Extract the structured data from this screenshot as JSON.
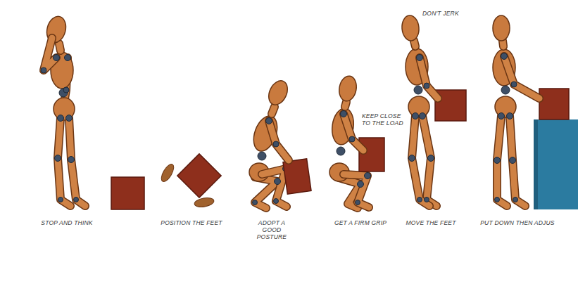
{
  "diagram": {
    "labels": [
      "STOP AND THINK",
      "POSITION THE FEET",
      "ADOPT A GOOD POSTURE",
      "GET A FIRM GRIP",
      "MOVE THE FEET",
      "PUT DOWN THEN ADJUS",
      "KEEP CLOSE TO THE LOAD",
      "DON'T JERK"
    ]
  }
}
